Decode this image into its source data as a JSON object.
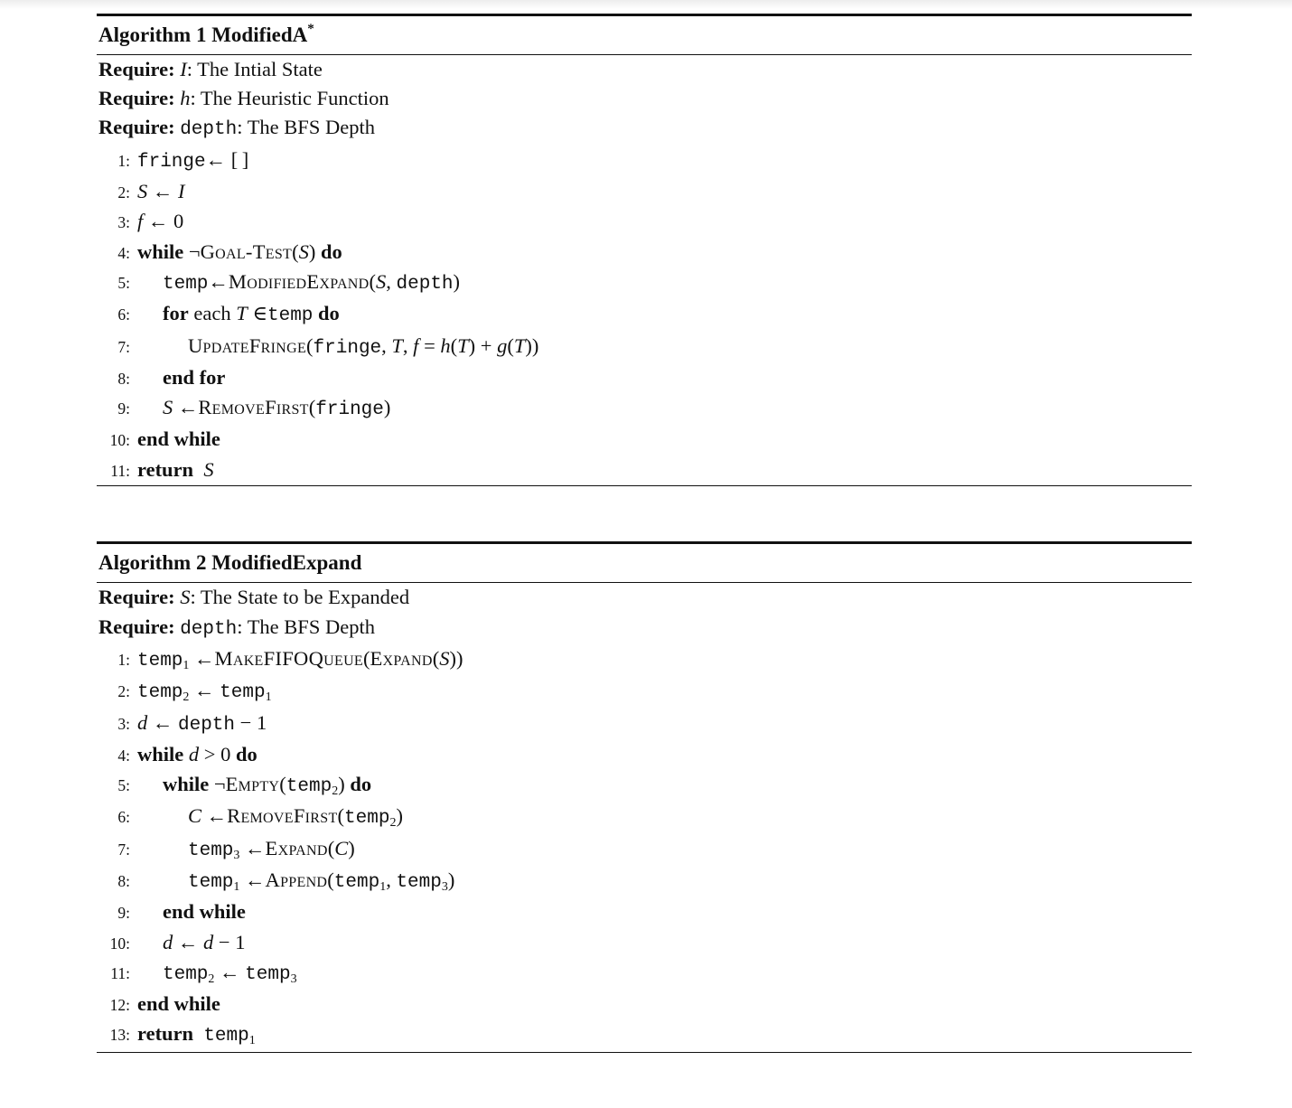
{
  "colors": {
    "text": "#111111",
    "background": "#ffffff",
    "rule": "#111111",
    "top_shade": "#ededed"
  },
  "algorithms": [
    {
      "title_segments": [
        [
          "rm",
          "Algorithm 1 ModifiedA"
        ],
        [
          "sup",
          "*"
        ]
      ],
      "requires": [
        {
          "segments": [
            [
              "kw",
              "Require: "
            ],
            [
              "it",
              "I"
            ],
            [
              "rm",
              ": The Intial State"
            ]
          ]
        },
        {
          "segments": [
            [
              "kw",
              "Require: "
            ],
            [
              "it",
              "h"
            ],
            [
              "rm",
              ": The Heuristic Function"
            ]
          ]
        },
        {
          "segments": [
            [
              "kw",
              "Require: "
            ],
            [
              "tt",
              "depth"
            ],
            [
              "rm",
              ": The BFS Depth"
            ]
          ]
        }
      ],
      "lines": [
        {
          "num": "1:",
          "indent": 0,
          "segments": [
            [
              "tt",
              "fringe"
            ],
            [
              "rm",
              "← [ ]"
            ]
          ]
        },
        {
          "num": "2:",
          "indent": 0,
          "segments": [
            [
              "it",
              "S"
            ],
            [
              "rm",
              " ← "
            ],
            [
              "it",
              "I"
            ]
          ]
        },
        {
          "num": "3:",
          "indent": 0,
          "segments": [
            [
              "it",
              "f"
            ],
            [
              "rm",
              " ← 0"
            ]
          ]
        },
        {
          "num": "4:",
          "indent": 0,
          "segments": [
            [
              "kw",
              "while"
            ],
            [
              "rm",
              " ¬"
            ],
            [
              "sc",
              "Goal-Test"
            ],
            [
              "rm",
              "("
            ],
            [
              "it",
              "S"
            ],
            [
              "rm",
              ") "
            ],
            [
              "kw",
              "do"
            ]
          ]
        },
        {
          "num": "5:",
          "indent": 1,
          "segments": [
            [
              "tt",
              "temp"
            ],
            [
              "rm",
              "←"
            ],
            [
              "sc",
              "ModifiedExpand"
            ],
            [
              "rm",
              "("
            ],
            [
              "it",
              "S"
            ],
            [
              "rm",
              ", "
            ],
            [
              "tt",
              "depth"
            ],
            [
              "rm",
              ")"
            ]
          ]
        },
        {
          "num": "6:",
          "indent": 1,
          "segments": [
            [
              "kw",
              "for"
            ],
            [
              "rm",
              " each "
            ],
            [
              "it",
              "T"
            ],
            [
              "rm",
              " ∈"
            ],
            [
              "tt",
              "temp"
            ],
            [
              "rm",
              " "
            ],
            [
              "kw",
              "do"
            ]
          ]
        },
        {
          "num": "7:",
          "indent": 2,
          "segments": [
            [
              "sc",
              "UpdateFringe"
            ],
            [
              "rm",
              "("
            ],
            [
              "tt",
              "fringe"
            ],
            [
              "rm",
              ", "
            ],
            [
              "it",
              "T"
            ],
            [
              "rm",
              ", "
            ],
            [
              "it",
              "f"
            ],
            [
              "rm",
              " = "
            ],
            [
              "it",
              "h"
            ],
            [
              "rm",
              "("
            ],
            [
              "it",
              "T"
            ],
            [
              "rm",
              ") + "
            ],
            [
              "it",
              "g"
            ],
            [
              "rm",
              "("
            ],
            [
              "it",
              "T"
            ],
            [
              "rm",
              "))"
            ]
          ]
        },
        {
          "num": "8:",
          "indent": 1,
          "segments": [
            [
              "kw",
              "end for"
            ]
          ]
        },
        {
          "num": "9:",
          "indent": 1,
          "segments": [
            [
              "it",
              "S"
            ],
            [
              "rm",
              " ←"
            ],
            [
              "sc",
              "RemoveFirst"
            ],
            [
              "rm",
              "("
            ],
            [
              "tt",
              "fringe"
            ],
            [
              "rm",
              ")"
            ]
          ]
        },
        {
          "num": "10:",
          "indent": 0,
          "segments": [
            [
              "kw",
              "end while"
            ]
          ]
        },
        {
          "num": "11:",
          "indent": 0,
          "segments": [
            [
              "kw",
              "return"
            ],
            [
              "rm",
              "  "
            ],
            [
              "it",
              "S"
            ]
          ]
        }
      ]
    },
    {
      "title_segments": [
        [
          "rm",
          "Algorithm 2 ModifiedExpand"
        ]
      ],
      "requires": [
        {
          "segments": [
            [
              "kw",
              "Require: "
            ],
            [
              "it",
              "S"
            ],
            [
              "rm",
              ": The State to be Expanded"
            ]
          ]
        },
        {
          "segments": [
            [
              "kw",
              "Require: "
            ],
            [
              "tt",
              "depth"
            ],
            [
              "rm",
              ": The BFS Depth"
            ]
          ]
        }
      ],
      "lines": [
        {
          "num": "1:",
          "indent": 0,
          "segments": [
            [
              "tt",
              "temp"
            ],
            [
              "sub",
              "1"
            ],
            [
              "rm",
              " ←"
            ],
            [
              "sc",
              "MakeFIFOQueue"
            ],
            [
              "rm",
              "("
            ],
            [
              "sc",
              "Expand"
            ],
            [
              "rm",
              "("
            ],
            [
              "it",
              "S"
            ],
            [
              "rm",
              "))"
            ]
          ]
        },
        {
          "num": "2:",
          "indent": 0,
          "segments": [
            [
              "tt",
              "temp"
            ],
            [
              "sub",
              "2"
            ],
            [
              "rm",
              " ← "
            ],
            [
              "tt",
              "temp"
            ],
            [
              "sub",
              "1"
            ]
          ]
        },
        {
          "num": "3:",
          "indent": 0,
          "segments": [
            [
              "it",
              "d"
            ],
            [
              "rm",
              " ← "
            ],
            [
              "tt",
              "depth"
            ],
            [
              "rm",
              " − 1"
            ]
          ]
        },
        {
          "num": "4:",
          "indent": 0,
          "segments": [
            [
              "kw",
              "while"
            ],
            [
              "rm",
              " "
            ],
            [
              "it",
              "d"
            ],
            [
              "rm",
              " > 0 "
            ],
            [
              "kw",
              "do"
            ]
          ]
        },
        {
          "num": "5:",
          "indent": 1,
          "segments": [
            [
              "kw",
              "while"
            ],
            [
              "rm",
              " ¬"
            ],
            [
              "sc",
              "Empty"
            ],
            [
              "rm",
              "("
            ],
            [
              "tt",
              "temp"
            ],
            [
              "sub",
              "2"
            ],
            [
              "rm",
              ") "
            ],
            [
              "kw",
              "do"
            ]
          ]
        },
        {
          "num": "6:",
          "indent": 2,
          "segments": [
            [
              "it",
              "C"
            ],
            [
              "rm",
              " ←"
            ],
            [
              "sc",
              "RemoveFirst"
            ],
            [
              "rm",
              "("
            ],
            [
              "tt",
              "temp"
            ],
            [
              "sub",
              "2"
            ],
            [
              "rm",
              ")"
            ]
          ]
        },
        {
          "num": "7:",
          "indent": 2,
          "segments": [
            [
              "tt",
              "temp"
            ],
            [
              "sub",
              "3"
            ],
            [
              "rm",
              " ←"
            ],
            [
              "sc",
              "Expand"
            ],
            [
              "rm",
              "("
            ],
            [
              "it",
              "C"
            ],
            [
              "rm",
              ")"
            ]
          ]
        },
        {
          "num": "8:",
          "indent": 2,
          "segments": [
            [
              "tt",
              "temp"
            ],
            [
              "sub",
              "1"
            ],
            [
              "rm",
              " ←"
            ],
            [
              "sc",
              "Append"
            ],
            [
              "rm",
              "("
            ],
            [
              "tt",
              "temp"
            ],
            [
              "sub",
              "1"
            ],
            [
              "rm",
              ", "
            ],
            [
              "tt",
              "temp"
            ],
            [
              "sub",
              "3"
            ],
            [
              "rm",
              ")"
            ]
          ]
        },
        {
          "num": "9:",
          "indent": 1,
          "segments": [
            [
              "kw",
              "end while"
            ]
          ]
        },
        {
          "num": "10:",
          "indent": 1,
          "segments": [
            [
              "it",
              "d"
            ],
            [
              "rm",
              " ← "
            ],
            [
              "it",
              "d"
            ],
            [
              "rm",
              " − 1"
            ]
          ]
        },
        {
          "num": "11:",
          "indent": 1,
          "segments": [
            [
              "tt",
              "temp"
            ],
            [
              "sub",
              "2"
            ],
            [
              "rm",
              " ← "
            ],
            [
              "tt",
              "temp"
            ],
            [
              "sub",
              "3"
            ]
          ]
        },
        {
          "num": "12:",
          "indent": 0,
          "segments": [
            [
              "kw",
              "end while"
            ]
          ]
        },
        {
          "num": "13:",
          "indent": 0,
          "segments": [
            [
              "kw",
              "return"
            ],
            [
              "rm",
              "  "
            ],
            [
              "tt",
              "temp"
            ],
            [
              "sub",
              "1"
            ]
          ]
        }
      ]
    }
  ]
}
